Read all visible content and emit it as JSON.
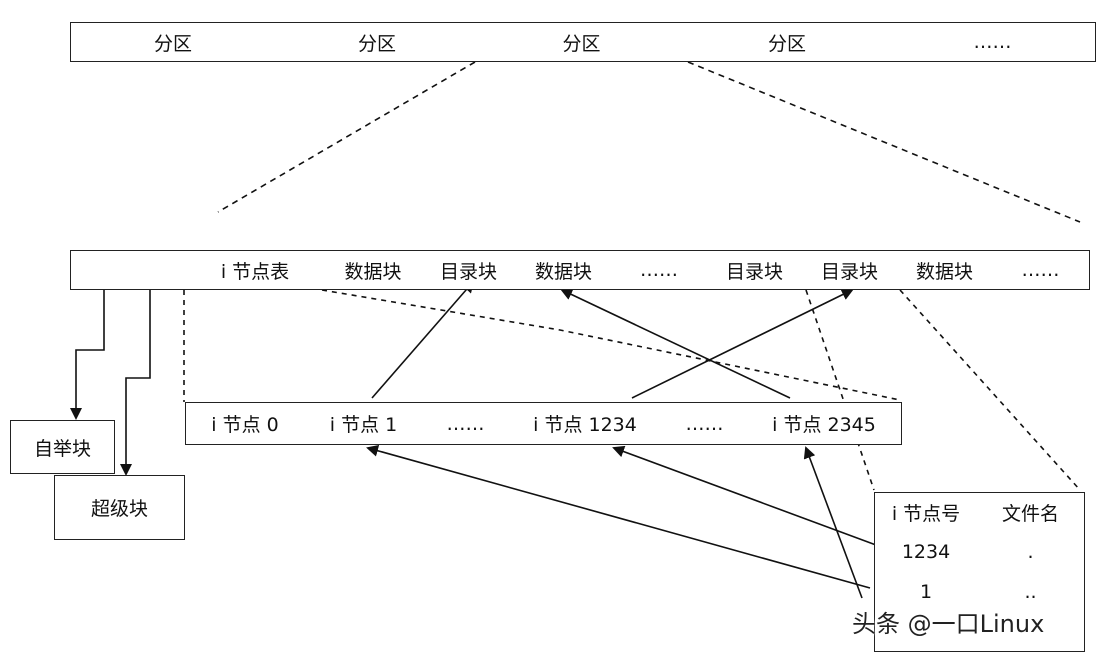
{
  "partitions": [
    "分区",
    "分区",
    "分区",
    "分区",
    "……"
  ],
  "disk_layout": {
    "boot_block": "",
    "super_block": "",
    "cells": [
      "i 节点表",
      "数据块",
      "目录块",
      "数据块",
      "……",
      "目录块",
      "目录块",
      "数据块",
      "……"
    ]
  },
  "callouts": {
    "boot_label": "自举块",
    "super_label": "超级块"
  },
  "inode_table": [
    "i 节点 0",
    "i 节点 1",
    "……",
    "i 节点 1234",
    "……",
    "i 节点 2345"
  ],
  "directory_table": {
    "headers": [
      "i 节点号",
      "文件名"
    ],
    "rows": [
      [
        "1234",
        "."
      ],
      [
        "1",
        ".."
      ],
      [
        "",
        ""
      ]
    ]
  },
  "watermark": "头条 @一口Linux"
}
